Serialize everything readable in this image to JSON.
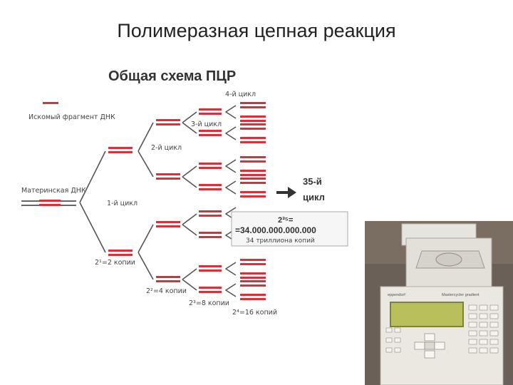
{
  "slide": {
    "title": "Полимеразная цепная реакция"
  },
  "scheme": {
    "title": "Общая схема ПЦР",
    "legend_fragment": "Искомый фрагмент ДНК",
    "maternal_dna": "Материнская ДНК",
    "cycle1": "1-й цикл",
    "cycle2": "2-й цикл",
    "cycle3": "3-й цикл",
    "cycle4": "4-й цикл",
    "cycle35_line1": "35-й",
    "cycle35_line2": "цикл",
    "copies_2": "2¹=2 копии",
    "copies_4": "2²=4 копии",
    "copies_8": "2³=8 копии",
    "copies_16": "2⁴=16 копий",
    "result_power": "2³⁵=",
    "result_value": "=34.000.000.000.000",
    "result_caption": "34 триллиона копий"
  },
  "device": {
    "brand": "eppendorf",
    "model": "Mastercycler gradient"
  },
  "colors": {
    "dna_red": "#d9303a",
    "label_gray": "#444444"
  }
}
